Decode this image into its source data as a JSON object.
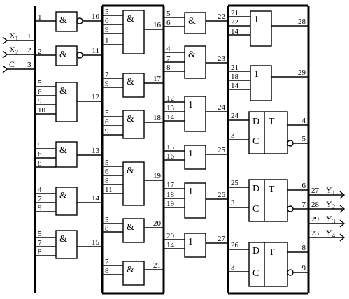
{
  "inputs": [
    {
      "name": "X",
      "sub": "1",
      "pin": "1"
    },
    {
      "name": "X",
      "sub": "2",
      "pin": "2"
    },
    {
      "name": "C",
      "sub": "",
      "pin": "3"
    }
  ],
  "outputs": [
    {
      "name": "Y",
      "sub": "1",
      "pin": "27"
    },
    {
      "name": "Y",
      "sub": "2",
      "pin": "28"
    },
    {
      "name": "Y",
      "sub": "3",
      "pin": "29"
    },
    {
      "name": "Y",
      "sub": "4",
      "pin": "23"
    }
  ],
  "gates": [
    {
      "id": "g10",
      "type": "&",
      "inverted": true,
      "inputs": [
        "1"
      ],
      "output": "10"
    },
    {
      "id": "g11",
      "type": "&",
      "inverted": true,
      "inputs": [
        "2"
      ],
      "output": "11"
    },
    {
      "id": "g12",
      "type": "&",
      "inverted": false,
      "inputs": [
        "5",
        "6",
        "9",
        "10"
      ],
      "output": "12"
    },
    {
      "id": "g13",
      "type": "&",
      "inverted": false,
      "inputs": [
        "5",
        "6",
        "8"
      ],
      "output": "13"
    },
    {
      "id": "g14",
      "type": "&",
      "inverted": false,
      "inputs": [
        "4",
        "7",
        "9"
      ],
      "output": "14"
    },
    {
      "id": "g15",
      "type": "&",
      "inverted": false,
      "inputs": [
        "5",
        "7",
        "8"
      ],
      "output": "15"
    },
    {
      "id": "g16",
      "type": "&",
      "inverted": false,
      "inputs": [
        "5",
        "6",
        "9",
        "1"
      ],
      "output": "16"
    },
    {
      "id": "g17",
      "type": "&",
      "inverted": false,
      "inputs": [
        "7",
        "9"
      ],
      "output": "17"
    },
    {
      "id": "g18",
      "type": "&",
      "inverted": false,
      "inputs": [
        "5",
        "6",
        "9"
      ],
      "output": "18"
    },
    {
      "id": "g19",
      "type": "&",
      "inverted": false,
      "inputs": [
        "5",
        "6",
        "8",
        "11"
      ],
      "output": "19"
    },
    {
      "id": "g20",
      "type": "&",
      "inverted": false,
      "inputs": [
        "5",
        "8"
      ],
      "output": "20"
    },
    {
      "id": "g21",
      "type": "&",
      "inverted": false,
      "inputs": [
        "7",
        "8"
      ],
      "output": "21"
    },
    {
      "id": "g22",
      "type": "&",
      "inverted": false,
      "inputs": [
        "5",
        "6"
      ],
      "output": "22"
    },
    {
      "id": "g23",
      "type": "&",
      "inverted": false,
      "inputs": [
        "4",
        "7",
        "8"
      ],
      "output": "23"
    },
    {
      "id": "g24",
      "type": "1",
      "inverted": false,
      "inputs": [
        "12",
        "13",
        "14"
      ],
      "output": "24"
    },
    {
      "id": "g25",
      "type": "1",
      "inverted": false,
      "inputs": [
        "15",
        "16"
      ],
      "output": "25"
    },
    {
      "id": "g26",
      "type": "1",
      "inverted": false,
      "inputs": [
        "17",
        "18",
        "19"
      ],
      "output": "26"
    },
    {
      "id": "g27",
      "type": "1",
      "inverted": false,
      "inputs": [
        "20",
        "14"
      ],
      "output": "27"
    },
    {
      "id": "g28",
      "type": "1",
      "inverted": false,
      "inputs": [
        "21",
        "22",
        "14"
      ],
      "output": "28"
    },
    {
      "id": "g29",
      "type": "1",
      "inverted": false,
      "inputs": [
        "21",
        "18",
        "14"
      ],
      "output": "29"
    }
  ],
  "flipflops": [
    {
      "id": "ff1",
      "type": "T",
      "d_label": "D",
      "c_label": "C",
      "d_in": "24",
      "c_in": "3",
      "q": "4",
      "nq": "5"
    },
    {
      "id": "ff2",
      "type": "T",
      "d_label": "D",
      "c_label": "C",
      "d_in": "25",
      "c_in": "3",
      "q": "6",
      "nq": "7"
    },
    {
      "id": "ff3",
      "type": "T",
      "d_label": "D",
      "c_label": "C",
      "d_in": "26",
      "c_in": "3",
      "q": "8",
      "nq": "9"
    }
  ]
}
